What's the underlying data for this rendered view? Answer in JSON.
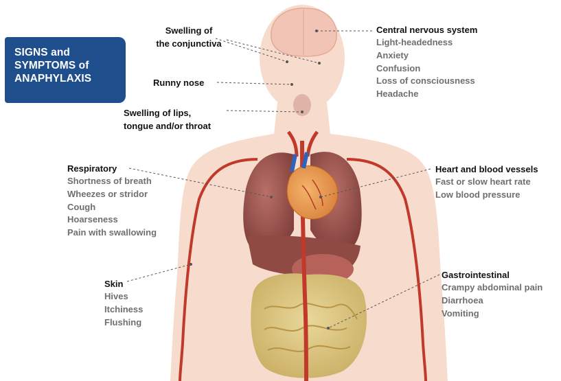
{
  "title": {
    "lines": [
      "SIGNS and",
      "SYMPTOMS of",
      "ANAPHYLAXIS"
    ]
  },
  "labels": {
    "conjunctiva": [
      "Swelling of",
      "the conjunctiva"
    ],
    "runny_nose": "Runny nose",
    "lips_throat": [
      "Swelling of lips,",
      "tongue and/or throat"
    ]
  },
  "groups": {
    "cns": {
      "heading": "Central nervous system",
      "items": [
        "Light-headedness",
        "Anxiety",
        "Confusion",
        "Loss of consciousness",
        "Headache"
      ]
    },
    "respiratory": {
      "heading": "Respiratory",
      "items": [
        "Shortness of breath",
        "Wheezes or stridor",
        "Cough",
        "Hoarseness",
        "Pain with swallowing"
      ]
    },
    "heart": {
      "heading": "Heart and blood vessels",
      "items": [
        "Fast or slow heart rate",
        "Low blood pressure"
      ]
    },
    "skin": {
      "heading": "Skin",
      "items": [
        "Hives",
        "Itchiness",
        "Flushing"
      ]
    },
    "gi": {
      "heading": "Gastrointestinal",
      "items": [
        "Crampy abdominal pain",
        "Diarrhoea",
        "Vomiting"
      ]
    }
  },
  "colors": {
    "title_bg": "#1f4e8c",
    "skin": "#f7dccd",
    "organ": "#9a4f48",
    "vessel": "#c0392b",
    "heading": "#111111",
    "item": "#6f6f6f"
  }
}
